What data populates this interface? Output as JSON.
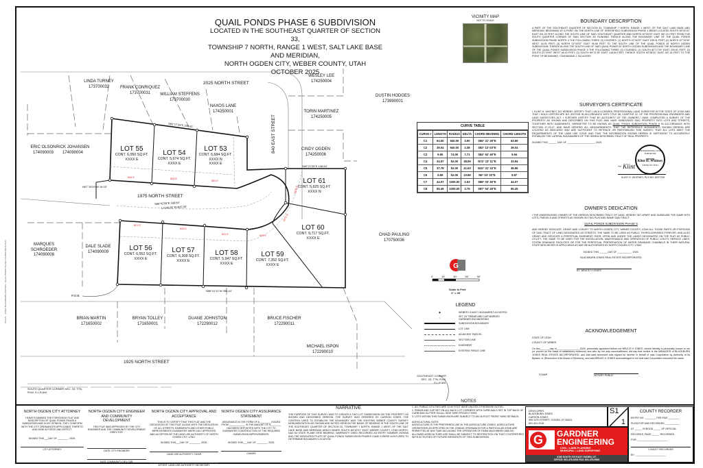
{
  "side_text": "8/11/25 - JONES BLACKBURN ADDITION - QUAIL PONDS PHASE 6 SUBDIVISION PLAT",
  "title": {
    "main": "QUAIL PONDS PHASE 6 SUBDIVISION",
    "lines": [
      "LOCATED IN THE SOUTHEAST QUARTER OF SECTION 33,",
      "TOWNSHIP 7 NORTH, RANGE 1 WEST, SALT LAKE BASE AND MERIDIAN,",
      "NORTH OGDEN CITY, WEBER COUNTY, UTAH",
      "OCTOBER 2025"
    ]
  },
  "vicinity": {
    "title": "VICINITY MAP",
    "subtitle": "NOT TO SCALE"
  },
  "streets": {
    "n2025": "2025 NORTH STREET",
    "n1975": "1975 NORTH STREET",
    "n1925": "1925 NORTH STREET",
    "e840": "840 EAST STREET"
  },
  "parcels": [
    {
      "name": "LINDA TURNEY",
      "id": "173700032"
    },
    {
      "name": "FRANK CONRIQUEZ",
      "id": "173700031"
    },
    {
      "name": "WILLIAM STEFFENS",
      "id": "173700030"
    },
    {
      "name": "NAXOS LANE",
      "id": "174250001"
    },
    {
      "name": "WESLEY LEE",
      "id": "174250004"
    },
    {
      "name": "TORIN MARTINEZ",
      "id": "174250005"
    },
    {
      "name": "CINDY OGDEN",
      "id": "174250006"
    },
    {
      "name": "DUSTIN HODGES",
      "id": "173990001"
    },
    {
      "name": "ERIC OLSON",
      "id": "174090003"
    },
    {
      "name": "RICK JOHANSEN",
      "id": "174090004"
    },
    {
      "name": "MARQUES SCHROEDER",
      "id": "174090008"
    },
    {
      "name": "DALE SLADE",
      "id": "174090009"
    },
    {
      "name": "CHAD PAULING",
      "id": "170750036"
    },
    {
      "name": "BRIAN MARTIN",
      "id": "171650002"
    },
    {
      "name": "BRYAN TOLLEY",
      "id": "171650001"
    },
    {
      "name": "DUANE JOHNSTON",
      "id": "172290012"
    },
    {
      "name": "BRUCE FISCHER",
      "id": "172290011"
    },
    {
      "name": "MICHAEL ISPON",
      "id": "172290010"
    }
  ],
  "lots": [
    {
      "name": "LOT 55",
      "area": "CONT. 6,050 SQ.FT.",
      "addr": "XXXX E",
      "house": "826 E"
    },
    {
      "name": "LOT 54",
      "area": "CONT. 5,674 SQ.FT.",
      "addr": "XXXX E",
      "house": "828 E"
    },
    {
      "name": "LOT 53",
      "area": "CONT. 6,684 SQ.FT.",
      "addr": "XXXX N",
      "addr2": "XXXX E",
      "house": "834 E"
    },
    {
      "name": "LOT 61",
      "area": "CONT. 5,625 SQ.FT.",
      "addr": "XXXX N",
      "house": "1976 N"
    },
    {
      "name": "LOT 60",
      "area": "CONT. 9,717 SQ.FT.",
      "addr": "XXXX E",
      "house": "1972 N"
    },
    {
      "name": "LOT 56",
      "area": "CONT. 6,552 SQ.FT.",
      "addr": "XXXX E",
      "house": "821 E"
    },
    {
      "name": "LOT 57",
      "area": "CONT. 6,308 SQ.FT.",
      "addr": "XXXX E",
      "house": "825 E"
    },
    {
      "name": "LOT 58",
      "area": "CONT. 5,947 SQ.FT.",
      "addr": "XXXX E",
      "house": "831 E"
    },
    {
      "name": "LOT 59",
      "area": "CONT. 7,352 SQ.FT.",
      "addr": "XXXX E",
      "house": "839 E"
    }
  ],
  "bearings": {
    "b1": "S82°17'29\"E 209.61'",
    "b2": "S89°21'35\"E 148.64'",
    "b3": "N67°16'09\"W 18.93'",
    "b4": "N88°41'11\"W 350.44'",
    "b5": "S86°42'08\"E 188.64'",
    "b6": "L=148.86' R=925.00'"
  },
  "pob": "P.O.B.",
  "south_quarter": "SOUTH QUARTER CORNER SEC. 33, T7N, R1W, S.L.B.&M.",
  "southeast_corner": "SOUTHEAST CORNER SEC. 33, T7N, R1W, S.L.B.&M.",
  "curve_table": {
    "title": "CURVE TABLE",
    "headers": [
      "CURVE #",
      "LENGTH",
      "RADIUS",
      "DELTA",
      "CHORD BEARING",
      "CHORD LENGTH"
    ],
    "rows": [
      [
        "C1",
        "64.00",
        "940.00",
        "3.90",
        "S85° 21' 28\"E",
        "63.99"
      ],
      [
        "C2",
        "39.04",
        "940.00",
        "2.38",
        "S82° 13' 03\"E",
        "39.04"
      ],
      [
        "C3",
        "9.95",
        "74.00",
        "7.71",
        "S84° 52' 49\"E",
        "9.94"
      ],
      [
        "C4",
        "34.57",
        "52.00",
        "38.09",
        "N72° 13' 11\"E",
        "33.94"
      ],
      [
        "C5",
        "37.78",
        "52.00",
        "41.63",
        "N32° 21' 22\"E",
        "36.96"
      ],
      [
        "C6",
        "9.89",
        "52.00",
        "10.89",
        "N6° 03' 33\"E",
        "9.87"
      ],
      [
        "C7",
        "44.07",
        "1000.00",
        "2.53",
        "S89° 03' 45\"E",
        "44.07"
      ],
      [
        "C8",
        "65.46",
        "1000.00",
        "3.75",
        "S87° 54' 28\"E",
        "65.45"
      ]
    ]
  },
  "scale": {
    "ticks": [
      "0'",
      "15'",
      "30'",
      "60'",
      "90'"
    ],
    "label": "Scale in Feet",
    "ratio": "1\" = 30'"
  },
  "legend": {
    "title": "LEGEND",
    "items": [
      "WEBER COUNTY MONUMENT AS NOTED",
      "SET 24\" REBAR AND CAP MARKED GARDNER ENGINEERING",
      "SUBDIVISION BOUNDARY",
      "LOT LINE",
      "ADJACENT PARCEL",
      "SECTION LINE",
      "EASEMENT",
      "EXISTING FENCE LINE"
    ]
  },
  "boundary": {
    "title": "BOUNDARY DESCRIPTION",
    "text": "A PART OF THE SOUTHEAST QUARTER OF SECTION 33, TOWNSHIP 7 NORTH, RANGE 1 WEST, OF THE SALT LAKE BASE AND MERIDIAN. BEGINNING AT A POINT ON THE NORTH LINE OF GREENFIELD SUBDIVISION PHASE 4 BEING LOCATED SOUTH 89°42'01\" EAST 531.02 FEET ALONG THE SOUTH LINE OF SAID SOUTHEAST QUARTER AND NORTH 00°00'00\" EAST 587.41 FEET FROM THE SOUTH QUARTER CORNER OF SAID SECTION 33; RUNNING THENCE ALONG THE BOUNDARY LINE OF THE QUAIL PONDS SUBDIVISION PHASE NORTH 4 THE FOLLOWING THREE (3) COURSES: (1) NORTH 02°40'57\" EAST 159.01 FEET; (2) NORTH 67°19'09\" WEST 18.93 FEET; (3) NORTH 02°40'57\" EAST 96.58 FEET TO THE SOUTH LINE OF THE QUAIL PONDS AT NORTH OGDEN SUBDIVISION; THENCE ALONG THE SOUTH LINE OF SAID QUAIL PONDS AT NORTH OGDEN SUBDIVISION AND THE BOUNDARY LINE OF THE QUAIL PONDS SUBDIVISION PHASE 5 THE FOLLOWING THREE (3) COURSES: (1) SOUTH 82°17'29\" EAST 209.61 FEET; (2) SOUTH 01°19'09\" WEST 46.43 FEET; (3) SOUTH 89°21'35\" EAST 148.64 FEET; THENCE SOUTH 00°38'31\" EAST 187.18 FEET TO THE POINT OF BEGINNING. CONTAINING 1.762 ACRES."
  },
  "surveyor": {
    "title": "SURVEYOR'S CERTIFICATE",
    "text_a": "I, KLINT H. WHITNEY, DO HEREBY CERTIFY THAT I AM A LICENSED PROFESSIONAL LAND SURVEYOR IN THE STATE OF UTAH AND THAT I HOLD CERTIFICATE NO. 8227228 IN ACCORDANCE WITH TITLE 58, CHAPTER 22, OF THE PROFESSIONAL ENGINEERS AND LAND SURVEYORS ACT. I FURTHER CERTIFY THAT BY AUTHORITY OF THE OWNERS I HAVE COMPLETED A SURVEY OF THE PROPERTY AS SHOWN AND DESCRIBED ON THIS PLAT, AND HAVE SUBDIVIDED SAID PROPERTY INTO LOTS AND STREETS, TOGETHER WITH EASEMENTS, HEREAFTER TO BE KNOWN AS ",
    "name": "QUAIL PONDS SUBDIVISION PHASE 6",
    "text_b": " IN ACCORDANCE WITH SECTION 17-23-17, AND HAVE VERIFIED ALL MEASUREMENTS; THAT THE REFERENCE MONUMENTS SHOWN HEREON ARE LOCATED AS INDICATED AND ARE SUFFICIENT TO RETRACE OR REESTABLISH THIS SURVEY; THAT ALL LOTS MEET THE REQUIREMENTS OF THE LAND USE CODE; AND THAT THE INFORMATION SHOWN HEREIN IS SUFFICIENT TO ACCURATELY ESTABLISH THE LATERAL BOUNDARIES OF THE HEREIN DESCRIBED TRACT OF REAL PROPERTY.",
    "signed": "SIGNED THIS ______ DAY OF ____________________, 2025.",
    "seal": [
      "PROFESSIONAL LAND SURVEYOR",
      "8227228",
      "Klint H. Whitney",
      "STATE OF UTAH"
    ],
    "sig_line": "KLINT H. WHITNEY, PLS NO. 8227228"
  },
  "owner": {
    "title": "OWNER'S DEDICATION",
    "text_a": "I THE UNDERSIGNED OWNER OF THE HEREON DESCRIBED TRACT OF LAND, HEREBY SET APART AND SUBDIVIDE THE SAME INTO LOTS, PARCELS AND STREETS AS SHOWN ON THIS PLAT AND NAME SAID TRACT:",
    "name": "QUAIL PONDS SUBDIVISION PHASE 6",
    "text_b": "AND HEREBY DEDICATE, GRANT AND CONVEY TO NORTH OGDEN CITY, WEBER COUNTY, UTAH ALL THOSE PARTS OR PORTIONS OF SAID TRACT OF LAND DESIGNATED AS STREETS, THE SAME TO BE USED AS PUBLIC THOROUGHFARES FOREVER, AND ALSO GRANT AND DEDICATE A PERPETUAL EASEMENT OVER, UPON AND UNDER THE LANDS DESIGNATED ON THE PLAT AS PUBLIC UTILITY, THE SAME TO BE USED FOR THE INSTALLATION, MAINTENANCE AND OPERATION OF PUBLIC UTILITY SERVICE LINES, STORM DRAINAGE FACILITIES OR FOR THE PERPETUAL PRESERVATION OF WATER DRAINAGE CHANNELS IN THEIR NATURAL STATE WHICHEVER IS APPLICABLE AS MAY BE AUTHORIZED BY NORTH OGDEN CITY, UTAH.",
    "signed": "SIGNED THIS ______DAY OF __________, 2025.",
    "company": "BLACKBURN JONES REAL ESTATE INCORPORATED",
    "by": "BY: BRUCE H JONES"
  },
  "ack": {
    "title": "ACKNOWLEDGEMENT",
    "state": "STATE OF UTAH",
    "county": "COUNTY OF WEBER",
    "text": "On this_______day of_________________2025, personally appeared before me BRUCE H JONES, whose identity is personally known to me (or proven on the basis of satisfactory evidence) and who by me duly sworn/affirmed, did say that he/she is the MANAGER of BLACKBURN JONES REAL ESTATE INCORPORATED, and that said document was signed by him/her in behalf of said Corporation by Authority of its Bylaws, or (Resolution of its Board of Directors), and said BRUCE H JONES acknowledged to me that said Corporation executed the same.",
    "stamp": "STAMP",
    "notary": "NOTARY PUBLIC"
  },
  "blocks": [
    {
      "title": "NORTH OGDEN CITY ATTORNEY",
      "text": "I HAVE EXAMINED THE FOREGOING PLAT AND DESCRIPTION OF QUAIL PONDS PHASE 6 SUBDIVISION AND IN MY OPINION, THEY CONFORM WITH THE CITY ORDINANCES APPLICABLE THERETO AND NOW IN FORCE AND EFFECT.",
      "signed": "SIGNED THIS___DAY OF ________, 2025.",
      "sig1": "CITY ATTORNEY"
    },
    {
      "title": "NORTH OGDEN CITY ENGINEER AND COMMUNITY DEVELOPMENT",
      "text": "THIS PLAT WAS APPROVED BY THE CITY ENGINEER AND THE COMMUNITY DEVELOPMENT DIRECTOR.",
      "sig1": "DATE        CITY ENGINEER",
      "sig2": "DATE        COMMUNITY DEV. DIR."
    },
    {
      "title": "NORTH OGDEN CITY APPROVAL AND ACCEPTANCE",
      "text": "THIS IS TO CERTIFY THAT THIS PLAT AND THE DEDICATION OF THIS PLAT, ALONG WITH THE DEDICATION OF ALL STREETS, EASEMENTS AND OTHER PUBLIC IMPROVEMENTS GUARANTEE WERE DULY APPROVED AND ACCEPTED BY THE LAND USE AUTHORITY OF NORTH OGDEN CITY, UTAH.",
      "signed": "SIGNED THIS___DAY OF ________, 2025.",
      "sig1": "LAND USE AUTHORITY CHAIR",
      "sig2": "ATTEST: LAND USE AUTHORITY SECRETARY"
    },
    {
      "title": "NORTH OGDEN CITY ASSURANCE STATEMENT",
      "text": "ASSURANCE IN THE FORM OF A ________ ISSUED FROM ____________ IN THE AMOUNT OF $________ HAS BEEN DEPOSITED WITH THE CITY TO GUARANTEE CONSTRUCTION OF THE REQUIRED SUBDIVISION IMPROVEMENTS.",
      "signed": "SIGNED THIS___DAY OF ________, 2025.",
      "sig1": "OWNER"
    }
  ],
  "narrative": {
    "title": "NARRATIVE",
    "text": "THE PURPOSE OF THIS SURVEY WAS TO CREATE A TWO LOT SUBDIVISION ON THE PROPERTY AS SHOWN AND DESCRIBED HEREON. THE SURVEY WAS ORDERED BY CARSON JONES. THE CONTROL USED TO ESTABLISH THE BOUNDARY WAS THE EXISTING WEBER COUNTY SURVEY MONUMENTATION AS SHOWN AND NOTED HEREON THE BASIS OF BEARING IS THE SOUTH LINE OF THE SOUTHEAST QUARTER OF SECTION 33, TOWNSHIP 7 NORTH, RANGE 1 WEST, OF THE SALT LAKE BASE AND MERIDIAN WHICH BEARS SOUTH 89°42'01\" EAST WEBER COUNTY, UTAH NORTH, NAD 83 STATE PLANE GRID BEARING. WARRANTY DEED RECORDED AS ENTRY NUMBER 2929006 AND THE DEDICATED PLATS OF QUAIL PONDS SUBDIVISION PHASES 4 AND 5 WERE ALSO USED TO DETERMINE BOUNDARY LOCATION."
  },
  "notes": {
    "title": "NOTES",
    "items": [
      "1.  ALL PUBLIC UTILITIES ARE 10.00 FOOT WIDE UNLESS OTHERWISE NOTED.",
      "2.  REBAR AND CAP SET ON ALL BACK LOT CORNERS WITH CURB NAILS SET IN TOP BACK OF CURB AND GUTTER ON ALL SIDE YARD PROJECTIONS.",
      "3.  LOTS WITHIN THIS SUBDIVISION ARE SUBJECT TO AN 18-FOOT FRONT YARD SETBACK."
    ],
    "ag_title": "AGRICULTURAL NOTE:",
    "ag_text": "AGRICULTURE IS THE PREFERRED USE IN THE AGRICULTURE ZONES. AGRICULTURE OPERATIONS AS SPECIFIED IN THE ZONING ORDINANCE FOR A PARTICULAR ZONE ARE PERMITTED AT ANY TIME INCLUDING THE OPERATION OF FARM MACHINERY AND NO ALLOWED AGRICULTURE USE SHALL BE SUBJECT TO RESTRICTION ON THAT IT INTERFERES WITH ACTIVITIES OF FUTURE RESIDENTS OF THIS SUBDIVISION."
  },
  "developer": {
    "lines": [
      "DEVELOPER:",
      "BLACKBURN JONES",
      "CARSON JONES",
      "905 24TH STREET, OGDEN, UT 84401",
      "801-941-2018"
    ]
  },
  "sheet": {
    "num": "S1",
    "of": "1"
  },
  "firm": {
    "name1": "GARDNER",
    "name2": "ENGINEERING",
    "services1": "CIVIL • LAND PLANNING",
    "services2": "MUNICIPAL • LAND SURVEYING",
    "address": "5150 SOUTH 375 EAST OGDEN, UT.",
    "phone": "OFFICE: 801-476-0202 FAX: 801-476-0066",
    "brand_color": "#e21b1b"
  },
  "recorder": {
    "title": "COUNTY RECORDER",
    "lines": [
      "ENTRY NO. ________ FEE PAID ________",
      "FILED FOR AND RECORDED __________,",
      "AT _____. IN BOOK _____ OF OFFICIAL",
      "RECORDS, PAGE _____. RECORDED",
      "FOR: ______________________"
    ],
    "sig": "COUNTY RECORDER",
    "by": "BY: ______________________"
  }
}
